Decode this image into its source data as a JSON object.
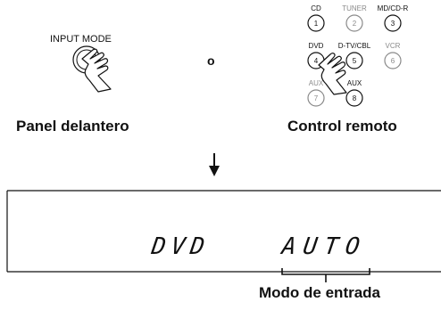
{
  "front_panel": {
    "button_label": "INPUT MODE",
    "caption": "Panel delantero"
  },
  "connector": "o",
  "remote": {
    "caption": "Control remoto",
    "buttons": [
      {
        "label": "CD",
        "number": "1",
        "active": true
      },
      {
        "label": "TUNER",
        "number": "2",
        "active": false
      },
      {
        "label": "MD/CD-R",
        "number": "3",
        "active": true
      },
      {
        "label": "DVD",
        "number": "4",
        "active": true
      },
      {
        "label": "D-TV/CBL",
        "number": "5",
        "active": true
      },
      {
        "label": "VCR",
        "number": "6",
        "active": false
      },
      {
        "label": "AUX",
        "number": "7",
        "active": false
      },
      {
        "label": "AUX",
        "number": "8",
        "active": true
      }
    ]
  },
  "display": {
    "source_text": "DVD",
    "mode_text": "AUTO",
    "bracket_label": "Modo de entrada"
  },
  "colors": {
    "ink": "#111111",
    "gray": "#8a8a8a"
  }
}
